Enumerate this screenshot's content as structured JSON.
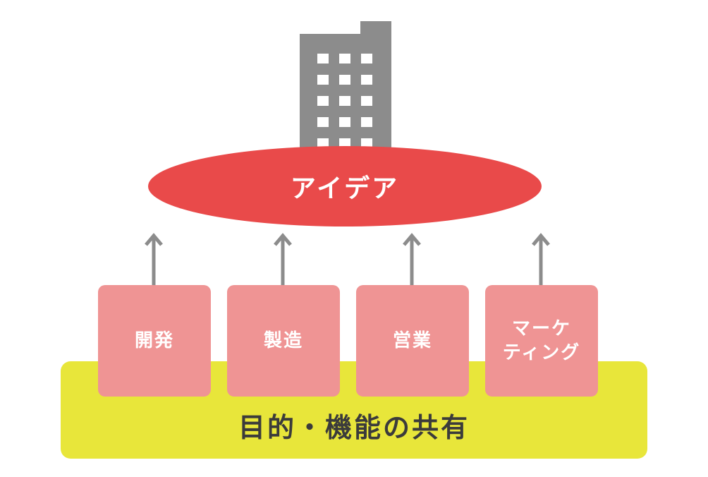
{
  "idea": {
    "label": "アイデア",
    "color": "#e94a4a"
  },
  "building": {
    "icon": "office-building-icon",
    "color": "#8c8c8c"
  },
  "functions": [
    {
      "label": "開発"
    },
    {
      "label": "製造"
    },
    {
      "label": "営業"
    },
    {
      "label": "マーケ\nティング"
    }
  ],
  "function_color": "#ef9494",
  "arrow_color": "#8c8c8c",
  "base": {
    "label": "目的・機能の共有",
    "color": "#e8e63a"
  }
}
